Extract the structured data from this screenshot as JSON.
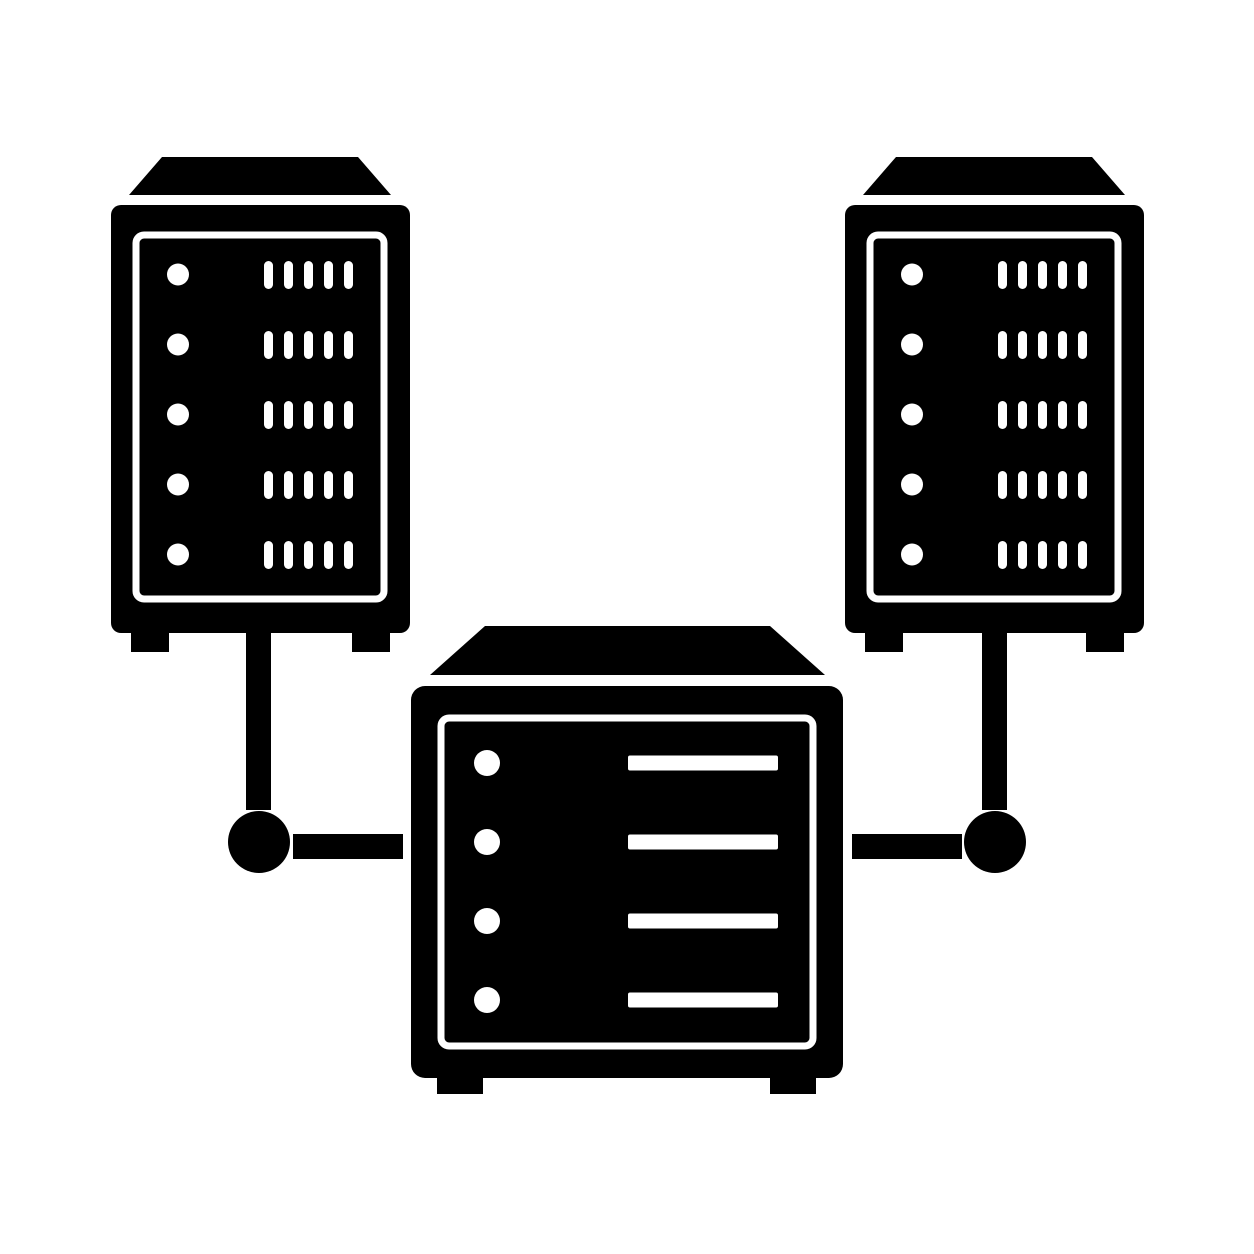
{
  "diagram": {
    "icon": "server-network-icon",
    "colors": {
      "ink": "#000000",
      "paper": "#ffffff"
    },
    "towers": [
      {
        "id": "left-tower",
        "slots": 5,
        "vents_per_slot": 5
      },
      {
        "id": "right-tower",
        "slots": 5,
        "vents_per_slot": 5
      }
    ],
    "hub": {
      "id": "central-server",
      "slots": 4
    },
    "links": [
      {
        "from": "left-tower",
        "to": "central-server"
      },
      {
        "from": "right-tower",
        "to": "central-server"
      }
    ]
  }
}
